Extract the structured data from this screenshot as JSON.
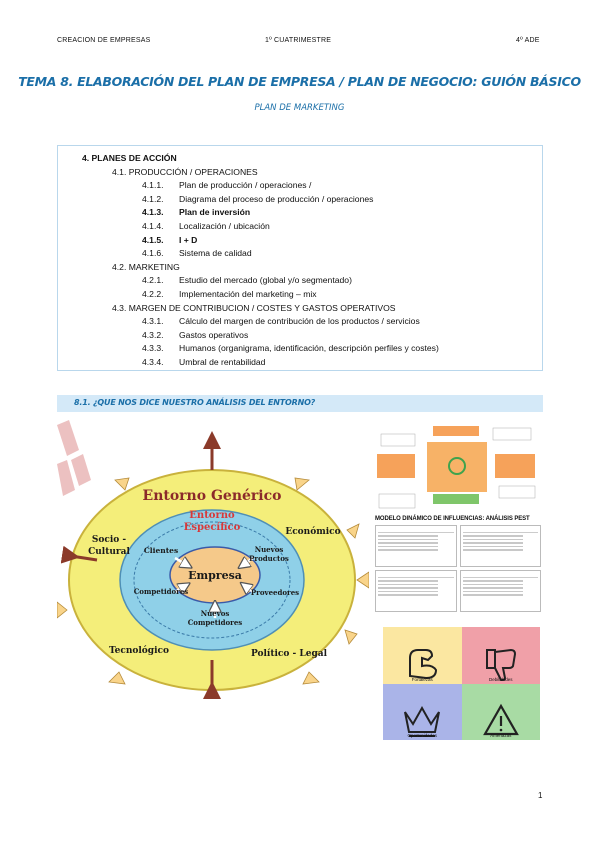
{
  "header": {
    "left": "CREACION DE EMPRESAS",
    "center": "1º CUATRIMESTRE",
    "right": "4º ADE"
  },
  "title": "TEMA 8. ELABORACIÓN DEL PLAN DE EMPRESA / PLAN DE NEGOCIO: GUIÓN BÁSICO",
  "subtitle": "PLAN DE MARKETING",
  "toc": {
    "h1": "4. PLANES DE ACCIÓN",
    "s41": "4.1. PRODUCCIÓN / OPERACIONES",
    "i411n": "4.1.1.",
    "i411": "Plan de producción / operaciones /",
    "i412n": "4.1.2.",
    "i412": "Diagrama del proceso de producción / operaciones",
    "i413n": "4.1.3.",
    "i413": "Plan de inversión",
    "i414n": "4.1.4.",
    "i414": "Localización / ubicación",
    "i415n": "4.1.5.",
    "i415": "I + D",
    "i416n": "4.1.6.",
    "i416": "Sistema de calidad",
    "s42": "4.2. MARKETING",
    "i421n": "4.2.1.",
    "i421": "Estudio del mercado (global y/o segmentado)",
    "i422n": "4.2.2.",
    "i422": "Implementación del marketing – mix",
    "s43": "4.3. MARGEN DE CONTRIBUCION / COSTES Y GASTOS OPERATIVOS",
    "i431n": "4.3.1.",
    "i431": "Cálculo del margen de contribución de los productos / servicios",
    "i432n": "4.3.2.",
    "i432": "Gastos operativos",
    "i433n": "4.3.3.",
    "i433": "Humanos (organigrama, identificación, descripción perfiles y costes)",
    "i434n": "4.3.4.",
    "i434": "Umbral de rentabilidad"
  },
  "section": "8.1. ¿QUE NOS DICE NUESTRO ANÁLISIS DEL ENTORNO?",
  "diagram": {
    "generic": "Entorno Genérico",
    "specific1": "Entorno",
    "specific2": "Específico",
    "empresa": "Empresa",
    "clientes": "Clientes",
    "nuevos_productos1": "Nuevos",
    "nuevos_productos2": "Productos",
    "competidores": "Competidores",
    "proveedores": "Proveedores",
    "nuevos_comp1": "Nuevos",
    "nuevos_comp2": "Competidores",
    "socio1": "Socio -",
    "socio2": "Cultural",
    "economico": "Económico",
    "tecnologico": "Tecnológico",
    "politico": "Político - Legal"
  },
  "pest": {
    "title": "MODELO DINÁMICO DE INFLUENCIAS: ANÁLISIS PEST"
  },
  "swot": {
    "f": "Fortalezas",
    "d": "Debilidades",
    "o": "Oportunidades",
    "a": "Amenazas"
  },
  "page_number": "1",
  "colors": {
    "accent": "#1b6fa8",
    "band": "#d4e9f8",
    "outer": "#f4ee7a",
    "ring": "#f7e38c",
    "inner": "#8fd0e8",
    "core": "#f5c98a"
  }
}
